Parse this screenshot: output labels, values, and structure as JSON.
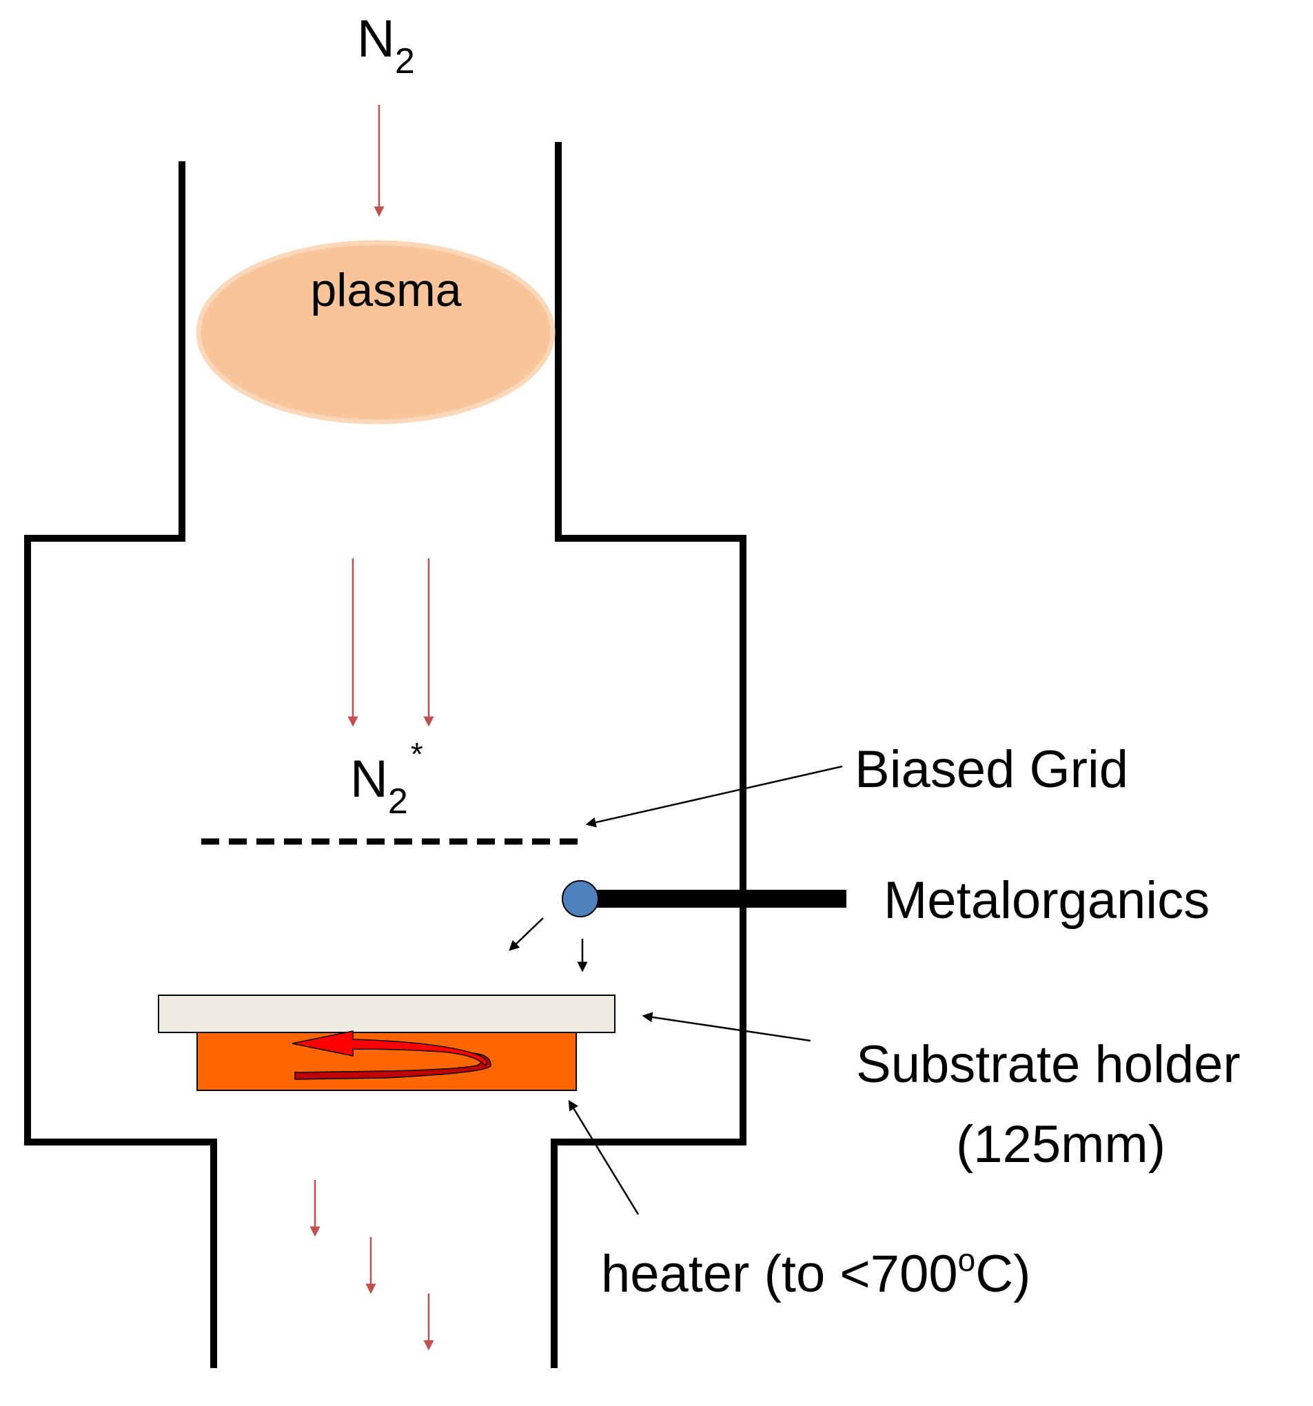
{
  "labels": {
    "n2": "N",
    "n2_sub": "2",
    "plasma": "plasma",
    "n2_star": "N",
    "n2_star_sub": "2",
    "n2_star_sup": "*",
    "biased_grid": "Biased Grid",
    "metalorganics": "Metalorganics",
    "substrate_line1": "Substrate holder",
    "substrate_line2": "(125mm)",
    "heater_pre": "heater (to <700",
    "heater_sup": "o",
    "heater_post": "C)"
  },
  "colors": {
    "wall": "#000000",
    "gas_arrow": "#c0504d",
    "plasma_fill": "#f9c499",
    "plasma_edge": "#fcd8bb",
    "nozzle": "#4f81bd",
    "substrate_fill": "#eeece1",
    "heater_fill": "#ff6600",
    "rotation_arrow": "#ff0000",
    "rotation_arrow_dark": "#c00000"
  }
}
